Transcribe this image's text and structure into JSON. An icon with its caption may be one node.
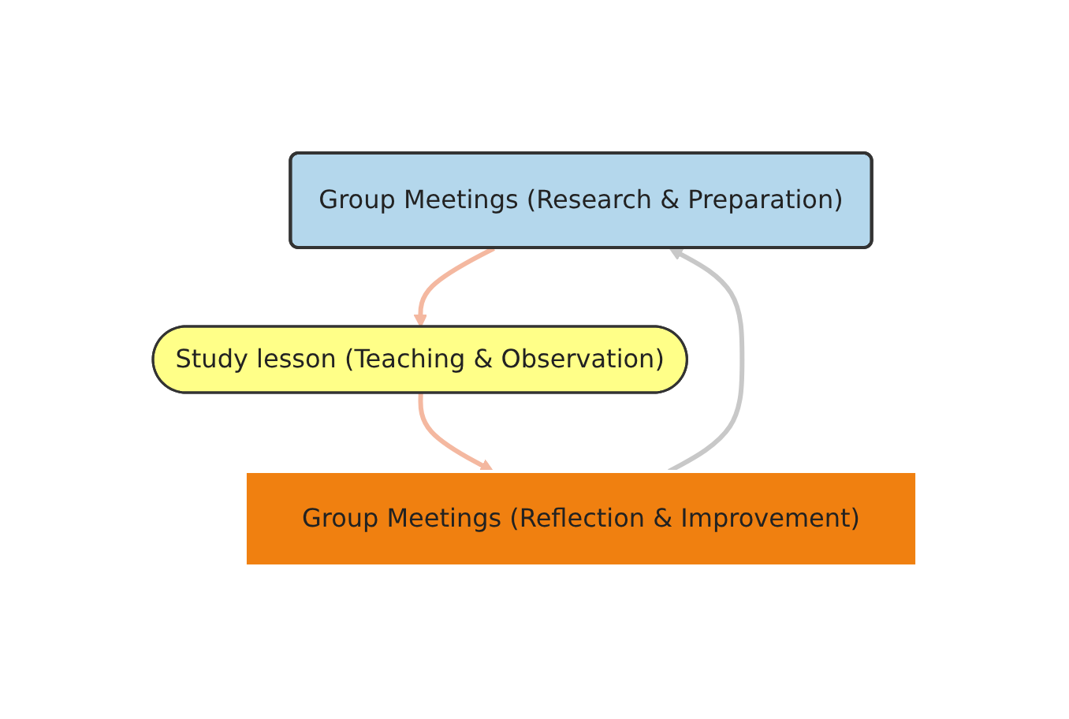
{
  "diagram": {
    "nodes": [
      {
        "text": [
          "Group Meetings (Research & Preparation)"
        ]
      },
      {
        "text": [
          "Study lesson (Teaching & Observation)"
        ]
      },
      {
        "text": [
          "Group Meetings (Reflection & Improvement)"
        ]
      }
    ],
    "edges": [
      {
        "from": 0,
        "to": 1,
        "arrow": "to"
      },
      {
        "from": 1,
        "to": 2,
        "arrow": "to"
      },
      {
        "from": 2,
        "to": 0,
        "arrow": "to",
        "color": "#c8c8c8"
      }
    ]
  }
}
